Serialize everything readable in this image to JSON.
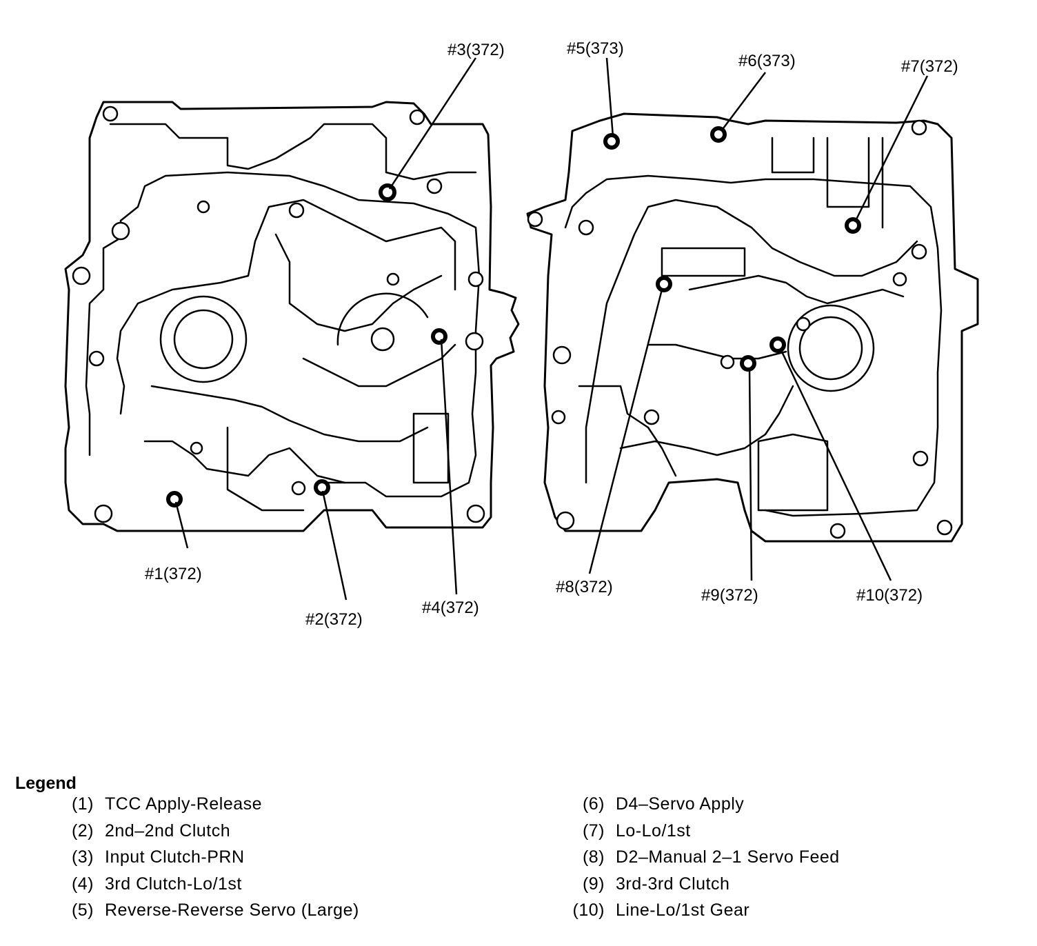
{
  "callouts": {
    "c1": "#1(372)",
    "c2": "#2(372)",
    "c3": "#3(372)",
    "c4": "#4(372)",
    "c5": "#5(373)",
    "c6": "#6(373)",
    "c7": "#7(372)",
    "c8": "#8(372)",
    "c9": "#9(372)",
    "c10": "#10(372)"
  },
  "legend": {
    "title": "Legend",
    "items": [
      {
        "num": "(1)",
        "label": "TCC Apply-Release"
      },
      {
        "num": "(2)",
        "label": "2nd–2nd Clutch"
      },
      {
        "num": "(3)",
        "label": "Input Clutch-PRN"
      },
      {
        "num": "(4)",
        "label": "3rd Clutch-Lo/1st"
      },
      {
        "num": "(5)",
        "label": "Reverse-Reverse Servo (Large)"
      },
      {
        "num": "(6)",
        "label": "D4–Servo Apply"
      },
      {
        "num": "(7)",
        "label": "Lo-Lo/1st"
      },
      {
        "num": "(8)",
        "label": "D2–Manual 2–1 Servo Feed"
      },
      {
        "num": "(9)",
        "label": "3rd-3rd Clutch"
      },
      {
        "num": "(10)",
        "label": "Line-Lo/1st Gear"
      }
    ]
  }
}
